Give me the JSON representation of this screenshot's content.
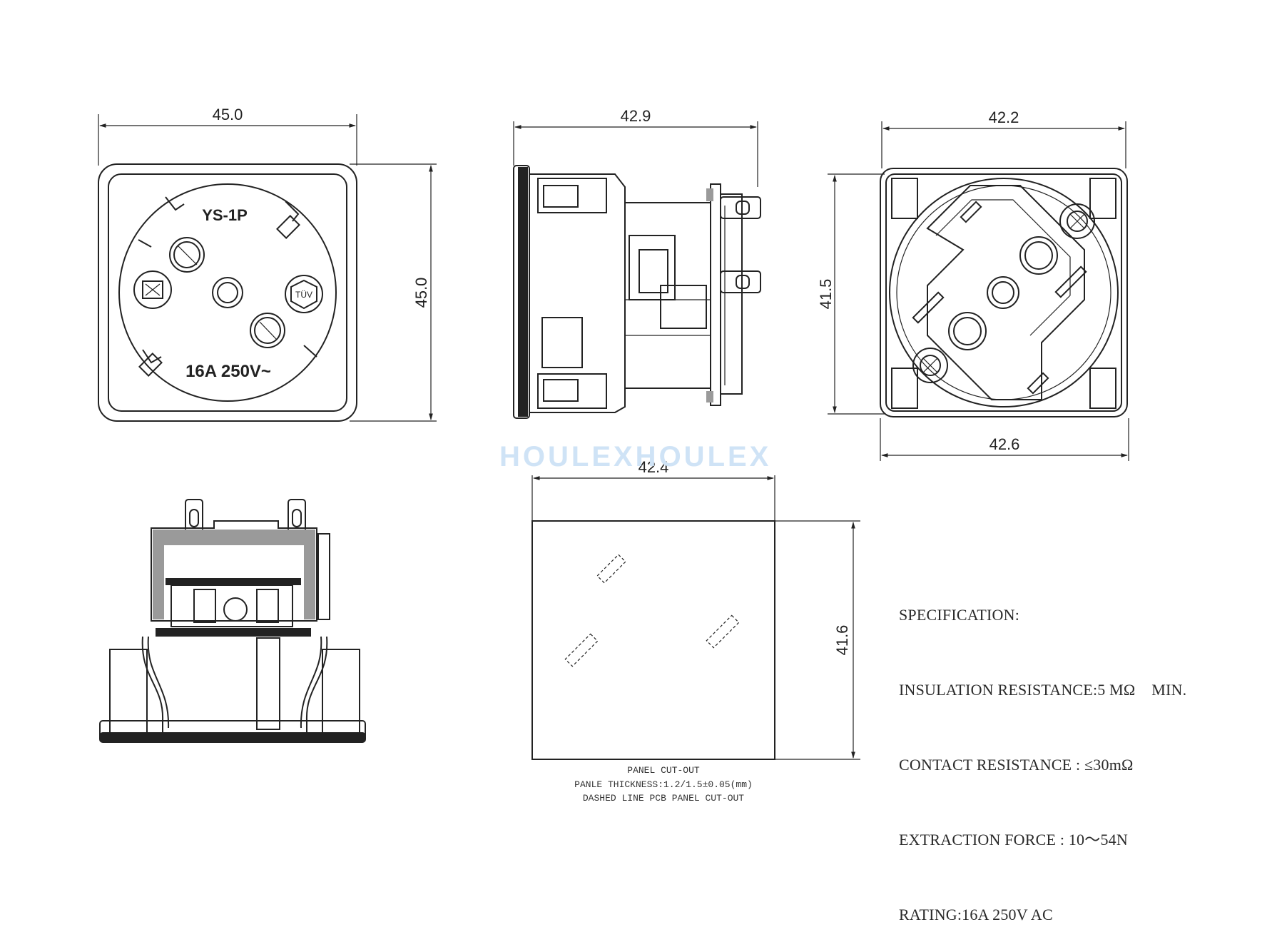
{
  "dimensions": {
    "front_width": "45.0",
    "front_height": "45.0",
    "side_width": "42.9",
    "back_top_width": "42.2",
    "back_height": "41.5",
    "back_bottom_width": "42.6",
    "cutout_width": "42.4",
    "cutout_height": "41.6"
  },
  "front_markings": {
    "model": "YS-1P",
    "rating": "16A 250V~",
    "cert_mark": "TÜV"
  },
  "watermark": "HOULEXHOULEX",
  "specification": {
    "title": "SPECIFICATION:",
    "lines": [
      "INSULATION RESISTANCE:5 MΩ    MIN.",
      "CONTACT RESISTANCE : ≤30mΩ",
      "EXTRACTION FORCE : 10～54N",
      "RATING:16A 250V AC"
    ]
  },
  "panel_notes": {
    "line1": "PANEL CUT-OUT",
    "line2": "PANLE THICKNESS:1.2/1.5±0.05(mm)",
    "line3": "DASHED LINE PCB PANEL CUT-OUT"
  },
  "colors": {
    "line": "#222222",
    "watermark": "#cfe3f6"
  }
}
